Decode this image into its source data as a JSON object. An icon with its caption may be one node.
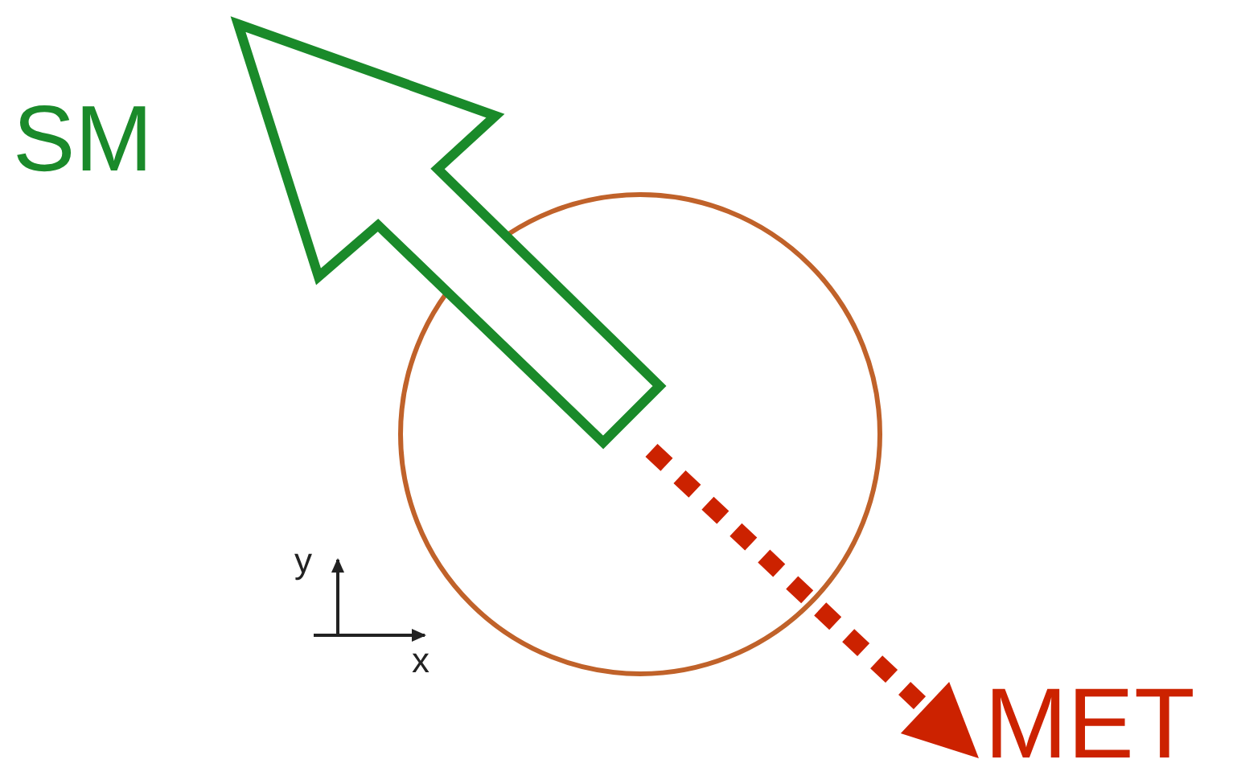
{
  "diagram": {
    "labels": [
      "SM",
      "MET",
      "y",
      "x"
    ]
  }
}
